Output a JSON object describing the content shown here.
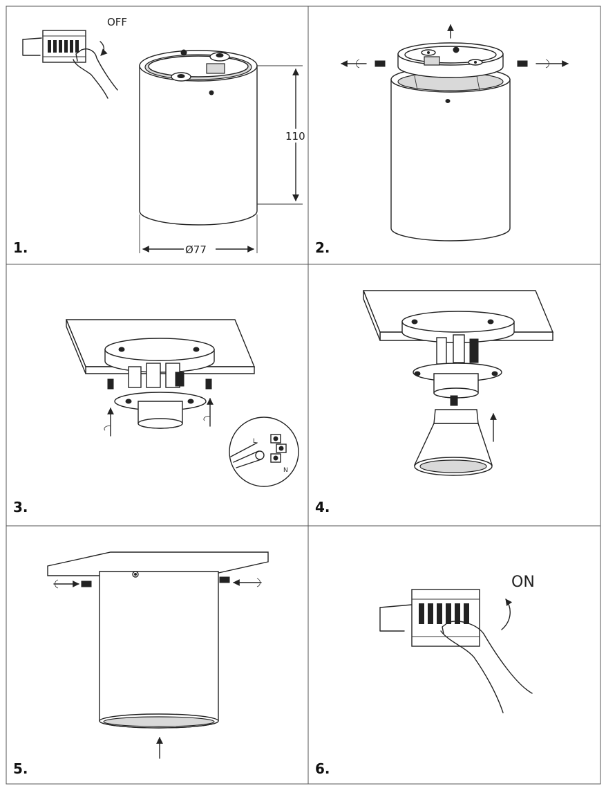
{
  "panels": [
    {
      "label": "1.",
      "switch_text": "OFF",
      "height_dim": "110",
      "diameter_dim": "Ø77"
    },
    {
      "label": "2."
    },
    {
      "label": "3.",
      "wire_labels": [
        "L",
        "N"
      ]
    },
    {
      "label": "4."
    },
    {
      "label": "5."
    },
    {
      "label": "6.",
      "switch_text": "ON"
    }
  ]
}
